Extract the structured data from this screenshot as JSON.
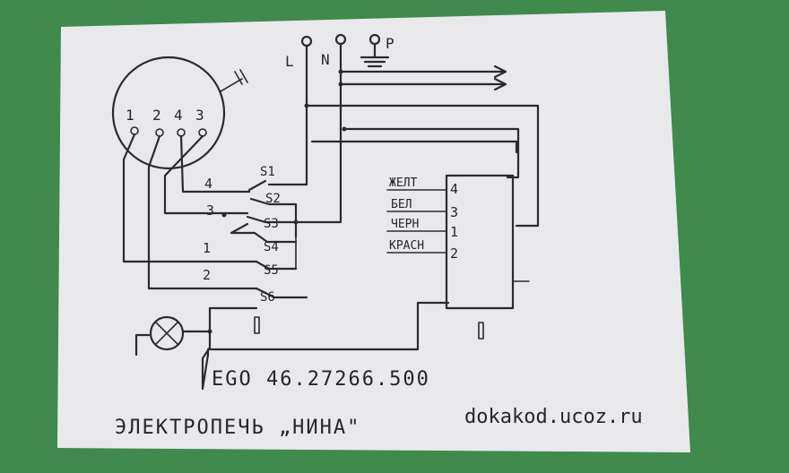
{
  "terminals": {
    "l": "L",
    "n": "N",
    "p": "P"
  },
  "socket_pins": [
    "1",
    "2",
    "4",
    "3"
  ],
  "switches": [
    "S1",
    "S2",
    "S3",
    "S4",
    "S5",
    "S6"
  ],
  "wire_labels": {
    "w4": "4",
    "w3": "3",
    "w1": "1",
    "w2": "2"
  },
  "regulator": {
    "colors": [
      "ЖЕЛТ",
      "БЕЛ",
      "ЧЕРН",
      "КРАСН"
    ],
    "pins": [
      "4",
      "3",
      "1",
      "2"
    ]
  },
  "model_code": "EGO 46.27266.500",
  "caption": "ЭЛЕКТРОПЕЧЬ „НИНА\"",
  "site": "dokakod.ucoz.ru",
  "colors": {
    "paper": "#ececee",
    "background": "#3f8a4c",
    "ink": "#2a2a30"
  }
}
